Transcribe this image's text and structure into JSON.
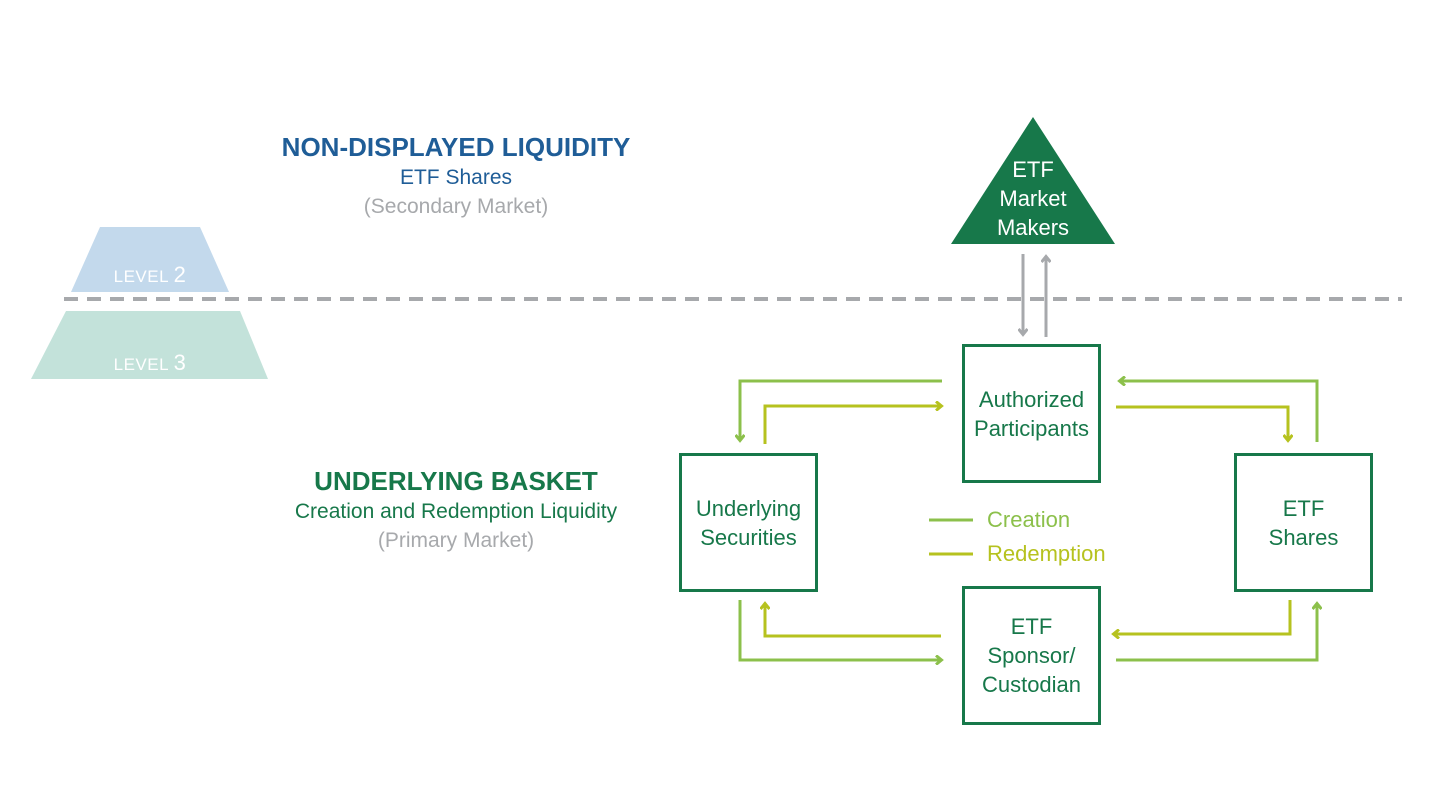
{
  "sections": {
    "non_displayed": {
      "title": "NON-DISPLAYED LIQUIDITY",
      "subtitle": "ETF Shares",
      "note": "(Secondary Market)"
    },
    "underlying": {
      "title": "UNDERLYING BASKET",
      "subtitle": "Creation and Redemption Liquidity",
      "note": "(Primary Market)"
    }
  },
  "levels": [
    {
      "word": "LEVEL",
      "number": "2",
      "color": "#c3d9ec"
    },
    {
      "word": "LEVEL",
      "number": "3",
      "color": "#c3e2da"
    }
  ],
  "nodes": {
    "market_makers": "ETF\nMarket\nMakers",
    "authorized_participants": "Authorized\nParticipants",
    "underlying_securities": "Underlying\nSecurities",
    "etf_shares": "ETF\nShares",
    "sponsor_custodian": "ETF\nSponsor/\nCustodian"
  },
  "legend": {
    "creation": {
      "label": "Creation",
      "color": "#8cc04b"
    },
    "redemption": {
      "label": "Redemption",
      "color": "#b6c21f"
    }
  },
  "colors": {
    "primary_green": "#17784a",
    "navy": "#1f5d97",
    "gray": "#a7a9ac",
    "divider": "#a7a9ac"
  }
}
